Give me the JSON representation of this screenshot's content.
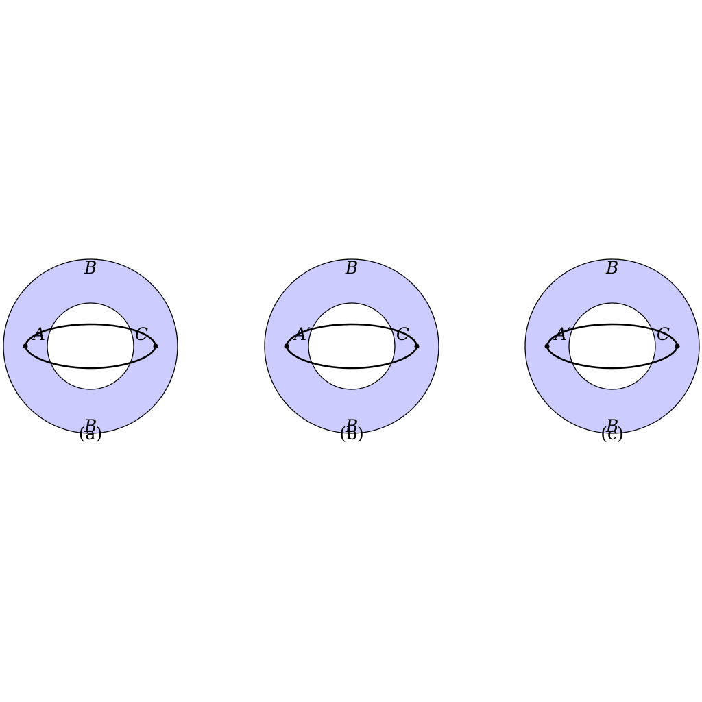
{
  "colors": {
    "annulus_fill": "#ccccff",
    "stroke": "#000000",
    "background": "#ffffff"
  },
  "panels": [
    {
      "id": "a",
      "caption": "(a)",
      "labels": {
        "top": "B",
        "bottom": "B",
        "left": "A",
        "right": "C"
      }
    },
    {
      "id": "b",
      "caption": "(b)",
      "labels": {
        "top": "B",
        "bottom": "B",
        "left": "A′",
        "right": "C"
      }
    },
    {
      "id": "c",
      "caption": "(c)",
      "labels": {
        "top": "B",
        "bottom": "B",
        "left": "A′",
        "right": "C"
      }
    }
  ]
}
